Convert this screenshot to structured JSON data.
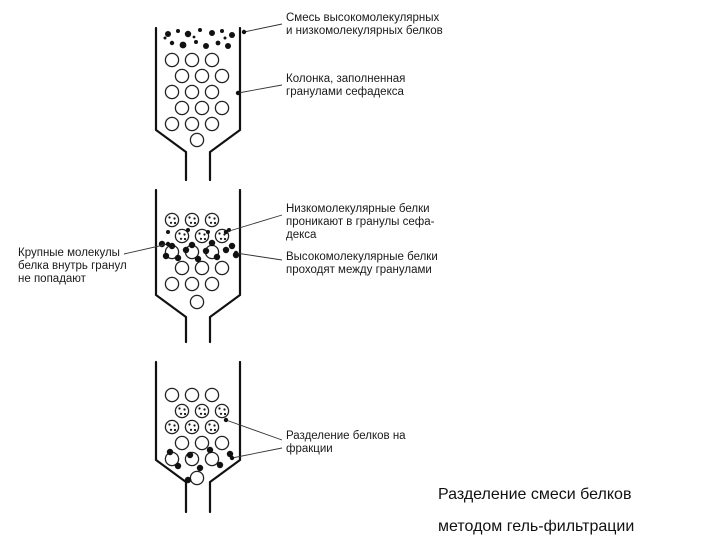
{
  "labels": {
    "mixture": "Смесь высокомолекулярных\nи низкомолекулярных белков",
    "column": "Колонка, заполненная\nгранулами сефадекса",
    "low_mw": "Низкомолекулярные белки\nпроникают в гранулы сефа-\nдекса",
    "large_molecules": "Крупные молекулы\nбелка внутрь гранул\nне попадают",
    "high_mw": "Высокомолекулярные белки\nпроходят между гранулами",
    "separation": "Разделение белков на\nфракции"
  },
  "caption": {
    "line1": "Разделение смеси белков",
    "line2": "методом гель-фильтрации"
  }
}
